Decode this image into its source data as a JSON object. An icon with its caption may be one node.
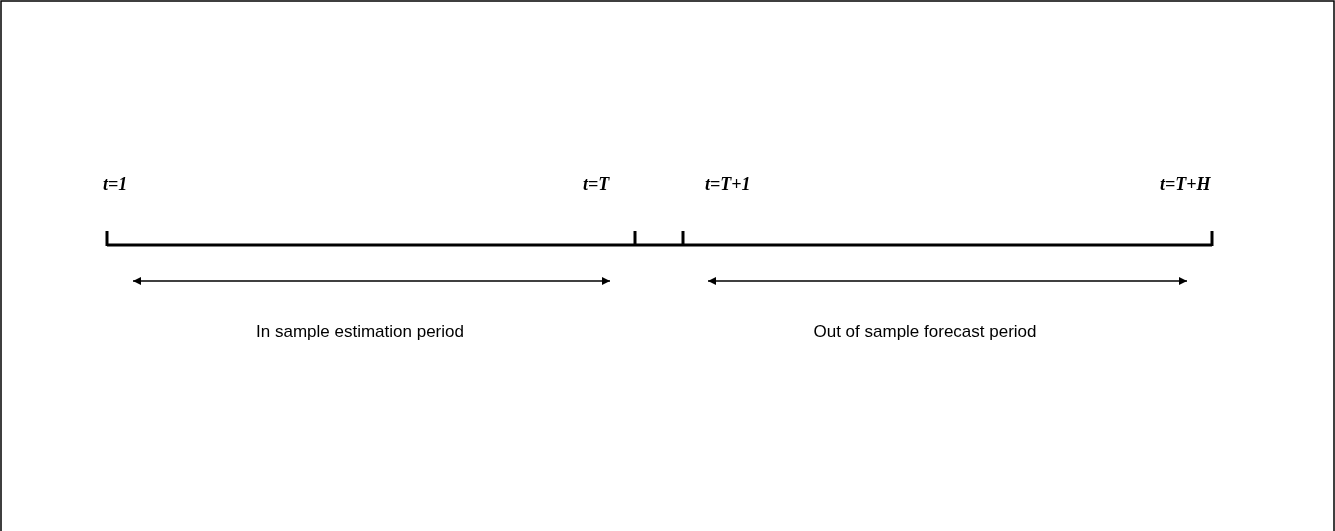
{
  "diagram": {
    "labels": [
      "t=1",
      "t=T",
      "t=T+1",
      "t=T+H",
      "In sample estimation period",
      "Out of sample forecast period"
    ]
  }
}
